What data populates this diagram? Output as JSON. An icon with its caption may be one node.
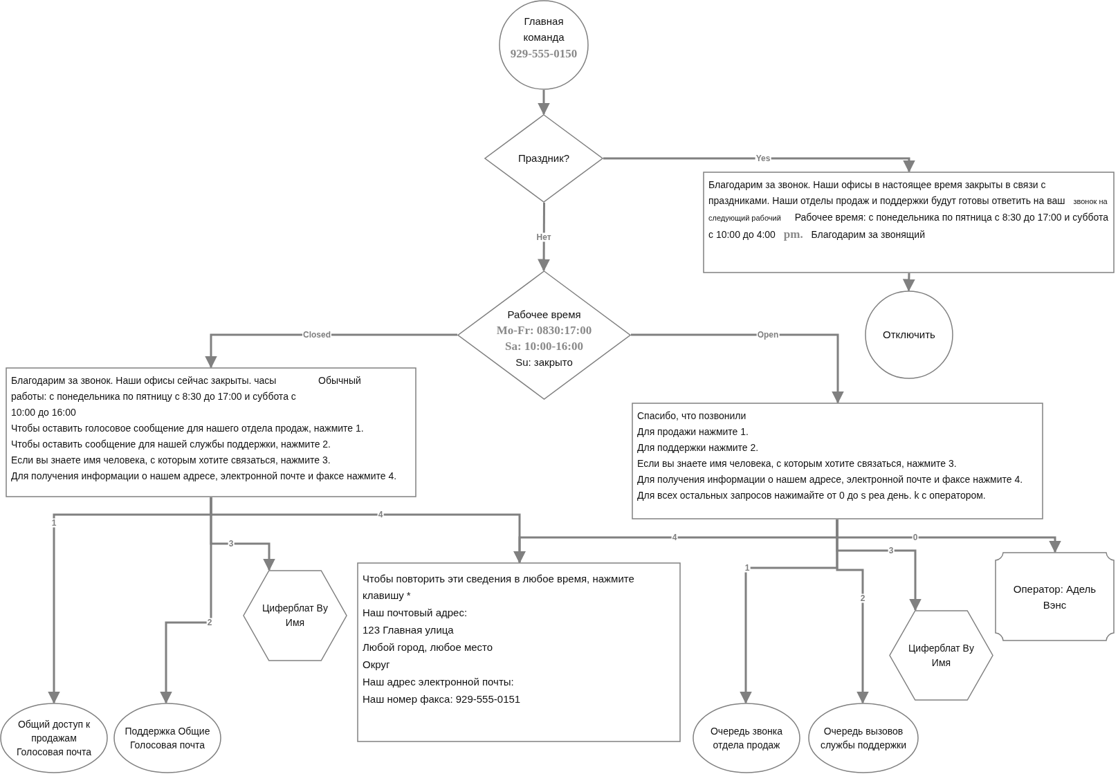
{
  "diagram": {
    "nodes": [
      {
        "text": [
          "Главная команда",
          "929-555-0150"
        ]
      },
      {
        "text": [
          "Праздник?"
        ]
      },
      {
        "text": [
          "Благодарим за звонок. Наши офисы в настоящее время закрыты в связи с праздниками. Наши отделы продаж и поддержки будут готовы ответить на ваш",
          "звонок на следующий рабочий",
          "Рабочее время: с понедельника по пятница с 8:30 до 17:00 и суббота с 10:00 до 4:00",
          "pm.",
          "Благодарим за звонящий"
        ]
      },
      {
        "text": [
          "Отключить"
        ]
      },
      {
        "text": [
          "Рабочее время",
          "Mo-Fr: 0830:17:00",
          "Sa: 10:00-16:00",
          "Su: закрыто"
        ]
      },
      {
        "text": [
          "Благодарим за звонок. Наши офисы сейчас закрыты. часы работы: с понедельника по пятницу с 8:30 до 17:00 и суббота с 10:00 до 16:00",
          "Обычный",
          "Чтобы оставить голосовое сообщение для нашего отдела продаж, нажмите 1.",
          "Чтобы оставить сообщение для нашей службы поддержки, нажмите 2.",
          "Если вы знаете имя человека, с которым хотите связаться, нажмите 3.",
          "Для получения информации о нашем адресе, электронной почте и факсе нажмите 4."
        ]
      },
      {
        "text": [
          "Спасибо, что позвонили",
          "Для продажи нажмите 1.",
          "Для поддержки нажмите 2.",
          "Если вы знаете имя человека, с которым хотите связаться, нажмите 3.",
          "Для получения информации о нашем адресе, электронной почте и факсе нажмите 4.",
          "Для всех остальных запросов нажимайте от 0 до s pea день. k с оператором."
        ]
      },
      {
        "text": [
          "Циферблат By Имя"
        ]
      },
      {
        "text": [
          "Чтобы повторить эти сведения в любое время, нажмите клавишу *",
          "Наш почтовый адрес:",
          "123 Главная улица",
          "Любой город, любое место",
          "Округ",
          "Наш адрес электронной почты:",
          "Наш номер факса: 929-555-0151"
        ]
      },
      {
        "text": [
          "Общий доступ к продажам Голосовая почта"
        ]
      },
      {
        "text": [
          "Поддержка Общие Голосовая почта"
        ]
      },
      {
        "text": [
          "Циферблат By Имя"
        ]
      },
      {
        "text": [
          "Оператор: Адель Вэнс"
        ]
      },
      {
        "text": [
          "Очередь звонка отдела продаж"
        ]
      },
      {
        "text": [
          "Очередь вызовов службы поддержки"
        ]
      }
    ],
    "edges": [
      {
        "from": 0,
        "to": 1,
        "arrow": "to"
      },
      {
        "from": 1,
        "to": 2,
        "arrow": "to",
        "label": "Yes"
      },
      {
        "from": 1,
        "to": 4,
        "arrow": "to",
        "label": "Нет"
      },
      {
        "from": 2,
        "to": 3,
        "arrow": "to"
      },
      {
        "from": 4,
        "to": 5,
        "arrow": "to",
        "label": "Closed"
      },
      {
        "from": 4,
        "to": 6,
        "arrow": "to",
        "label": "Open"
      },
      {
        "from": 5,
        "to": 9,
        "arrow": "to",
        "label": "1"
      },
      {
        "from": 5,
        "to": 10,
        "arrow": "to",
        "label": "2"
      },
      {
        "from": 5,
        "to": 7,
        "arrow": "to",
        "label": "3"
      },
      {
        "from": 5,
        "to": 8,
        "arrow": "to",
        "label": "4"
      },
      {
        "from": 6,
        "to": 8,
        "arrow": "to",
        "label": "4"
      },
      {
        "from": 6,
        "to": 12,
        "arrow": "to",
        "label": "0"
      },
      {
        "from": 6,
        "to": 11,
        "arrow": "to",
        "label": "3"
      },
      {
        "from": 6,
        "to": 13,
        "arrow": "to",
        "label": "1"
      },
      {
        "from": 6,
        "to": 14,
        "arrow": "to",
        "label": "2"
      }
    ]
  }
}
